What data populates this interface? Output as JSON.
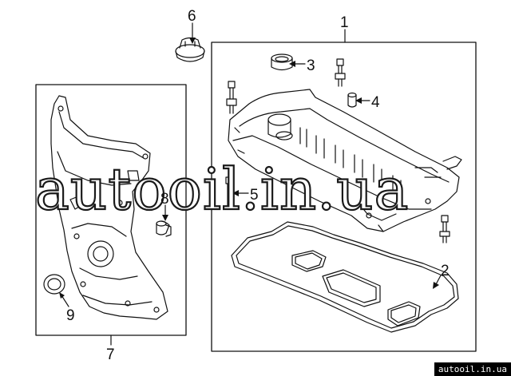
{
  "callouts": {
    "c1": "1",
    "c2": "2",
    "c3": "3",
    "c4": "4",
    "c5": "5",
    "c6": "6",
    "c7": "7",
    "c8": "8",
    "c9": "9"
  },
  "watermark": {
    "text": "autooil.in.ua",
    "site_tag": "autooil.in.ua"
  }
}
